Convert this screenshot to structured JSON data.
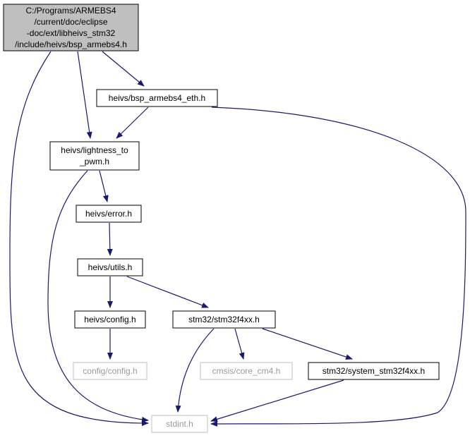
{
  "colors": {
    "edge": "#191970",
    "root_fill": "#bfbfbf",
    "node_stroke": "#000000",
    "missing_stroke": "#bfbfbf",
    "node_fill": "#ffffff"
  },
  "nodes": [
    {
      "id": "root",
      "lines": [
        "C:/Programs/ARMEBS4",
        "/current/doc/eclipse",
        "-doc/ext/libheivs_stm32",
        "/include/heivs/bsp_armebs4.h"
      ],
      "kind": "root"
    },
    {
      "id": "bsp_eth",
      "lines": [
        "heivs/bsp_armebs4_eth.h"
      ],
      "kind": "normal"
    },
    {
      "id": "lightness",
      "lines": [
        "heivs/lightness_to",
        "_pwm.h"
      ],
      "kind": "normal"
    },
    {
      "id": "error",
      "lines": [
        "heivs/error.h"
      ],
      "kind": "normal"
    },
    {
      "id": "utils",
      "lines": [
        "heivs/utils.h"
      ],
      "kind": "normal"
    },
    {
      "id": "config_h",
      "lines": [
        "heivs/config.h"
      ],
      "kind": "normal"
    },
    {
      "id": "stm32f4xx",
      "lines": [
        "stm32/stm32f4xx.h"
      ],
      "kind": "normal"
    },
    {
      "id": "config_config",
      "lines": [
        "config/config.h"
      ],
      "kind": "missing"
    },
    {
      "id": "core_cm4",
      "lines": [
        "cmsis/core_cm4.h"
      ],
      "kind": "missing"
    },
    {
      "id": "system_stm32",
      "lines": [
        "stm32/system_stm32f4xx.h"
      ],
      "kind": "normal"
    },
    {
      "id": "stdint",
      "lines": [
        "stdint.h"
      ],
      "kind": "missing"
    }
  ],
  "edges": [
    {
      "from": "root",
      "to": "bsp_eth"
    },
    {
      "from": "root",
      "to": "lightness"
    },
    {
      "from": "root",
      "to": "stdint"
    },
    {
      "from": "bsp_eth",
      "to": "lightness"
    },
    {
      "from": "bsp_eth",
      "to": "stdint"
    },
    {
      "from": "lightness",
      "to": "error"
    },
    {
      "from": "lightness",
      "to": "stdint"
    },
    {
      "from": "error",
      "to": "utils"
    },
    {
      "from": "utils",
      "to": "config_h"
    },
    {
      "from": "utils",
      "to": "stm32f4xx"
    },
    {
      "from": "config_h",
      "to": "config_config"
    },
    {
      "from": "stm32f4xx",
      "to": "stdint"
    },
    {
      "from": "stm32f4xx",
      "to": "core_cm4"
    },
    {
      "from": "stm32f4xx",
      "to": "system_stm32"
    },
    {
      "from": "system_stm32",
      "to": "stdint"
    }
  ]
}
